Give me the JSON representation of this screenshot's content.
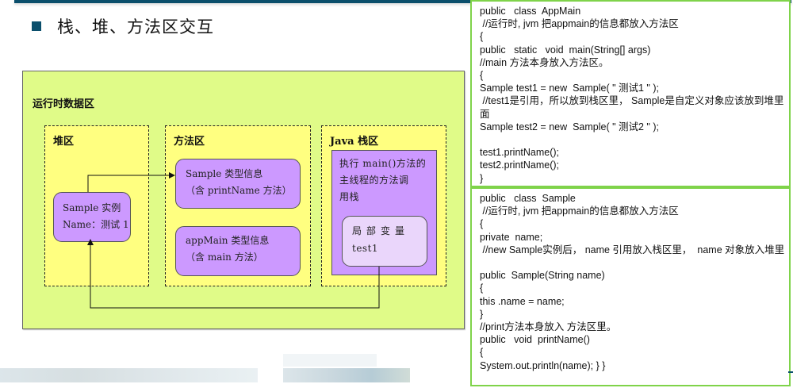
{
  "slide": {
    "title": "栈、堆、方法区交互",
    "accent_color": "#0b4f6c"
  },
  "diagram": {
    "runtime_area_label": "运行时数据区",
    "heap": {
      "label": "堆区",
      "instance": {
        "line1": "Sample 实例",
        "line2": "Name：测试 1"
      }
    },
    "method_area": {
      "label": "方法区",
      "sample_type": {
        "line1": "Sample 类型信息",
        "line2": "（含 printName 方法）"
      },
      "appmain_type": {
        "line1": "appMain 类型信息",
        "line2": "（含 main 方法）"
      }
    },
    "java_stack": {
      "label": "Java 栈区",
      "call_stack": {
        "line1": "执行 main()方法的",
        "line2": "主线程的方法调",
        "line3": "用栈"
      },
      "local_vars": {
        "title": "局部变量",
        "value": "test1"
      }
    },
    "colors": {
      "runtime_bg": "#e0fb88",
      "area_bg": "#ffff80",
      "node_bg": "#cc99ff",
      "local_vars_bg": "#ead6fb",
      "panel_border": "#7fd34a"
    }
  },
  "code": {
    "appmain_lines": [
      "public   class  AppMain",
      " //运行时, jvm 把appmain的信息都放入方法区",
      "{",
      "public   static   void  main(String[] args)",
      "//main 方法本身放入方法区。",
      "{",
      "Sample test1 = new  Sample( \" 测试1 \" );",
      " //test1是引用，所以放到栈区里， Sample是自定义对象应该放到堆里面",
      "Sample test2 = new  Sample( \" 测试2 \" );",
      "",
      "test1.printName();",
      "test2.printName();",
      "}"
    ],
    "sample_lines": [
      "public   class  Sample",
      " //运行时, jvm 把appmain的信息都放入方法区",
      "{",
      "private  name;",
      " //new Sample实例后， name 引用放入栈区里，  name 对象放入堆里",
      "",
      "public  Sample(String name)",
      "{",
      "this .name = name;",
      "}",
      "//print方法本身放入 方法区里。",
      "public   void  printName()",
      "{",
      "System.out.println(name); } }"
    ]
  }
}
